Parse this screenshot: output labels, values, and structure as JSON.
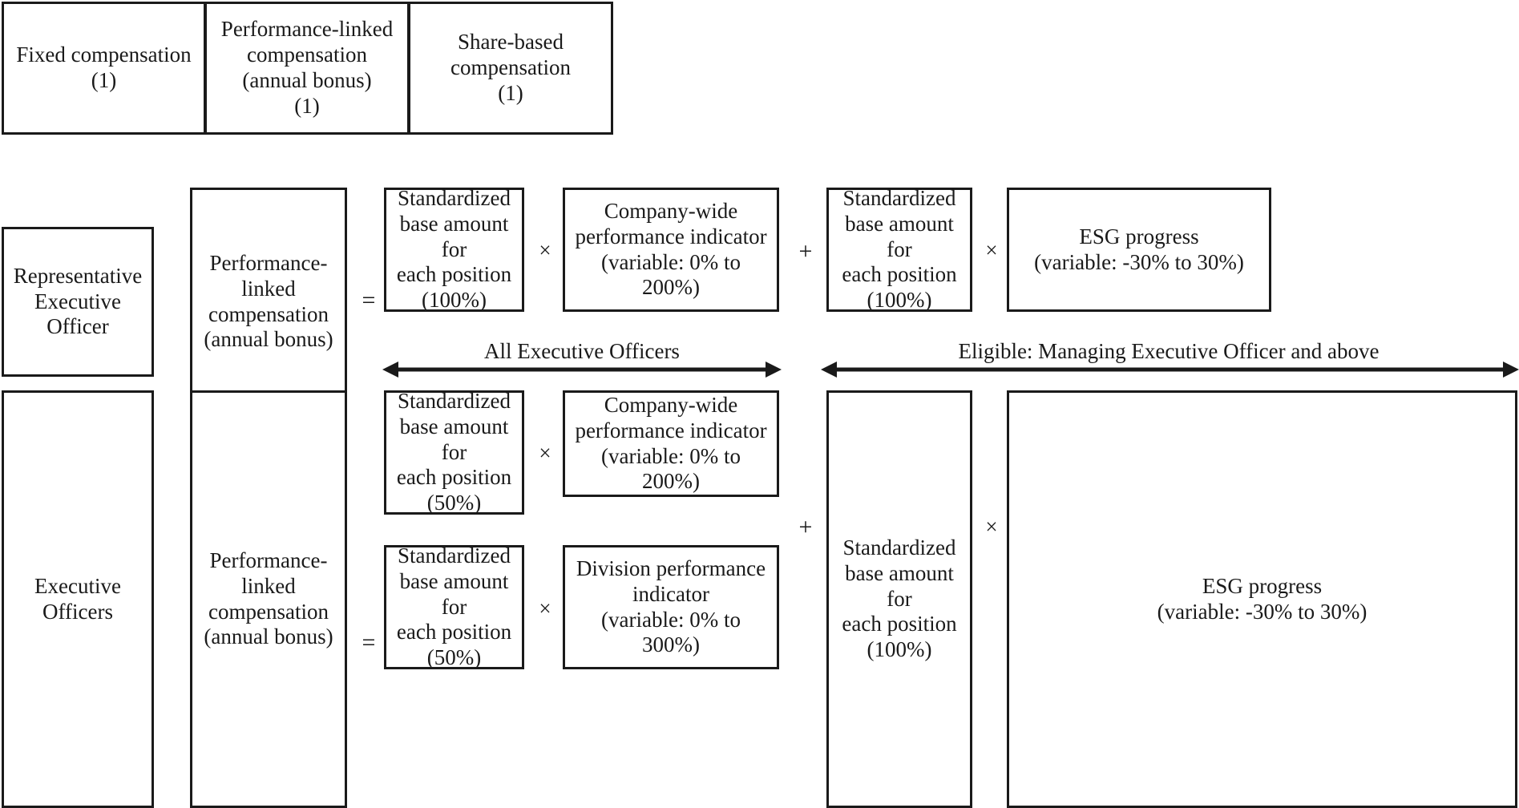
{
  "diagram": {
    "title": "Executive compensation structure",
    "row1": {
      "name": "compensation-components",
      "boxes": [
        {
          "id": "fixed-compensation",
          "text": "Fixed compensation\n(1)"
        },
        {
          "id": "performance-linked-compensation",
          "text": "Performance-linked\ncompensation\n(annual bonus)\n(1)"
        },
        {
          "id": "share-based-compensation",
          "text": "Share-based\ncompensation\n(1)"
        }
      ]
    },
    "row2": {
      "name": "representative-executive-officer-formula",
      "role": "Representative\nExecutive\nOfficer",
      "component": "Performance-\nlinked\ncompensation\n(annual bonus)",
      "equals": "=",
      "base_amount_1": "Standardized\nbase amount for\neach position\n(100%)",
      "times_1": "×",
      "company_indicator": "Company-wide\nperformance indicator\n(variable: 0% to 200%)",
      "plus": "+",
      "base_amount_2": "Standardized\nbase amount for\neach position\n(100%)",
      "times_2": "×",
      "esg": "ESG progress\n(variable: -30% to 30%)"
    },
    "arrows": {
      "left": {
        "label": "All Executive Officers",
        "direction": "both"
      },
      "right": {
        "label": "Eligible: Managing Executive Officer and above",
        "direction": "both"
      }
    },
    "row3": {
      "name": "executive-officers-formula",
      "role": "Executive\nOfficers",
      "component": "Performance-\nlinked\ncompensation\n(annual bonus)",
      "equals": "=",
      "base_amount_1": "Standardized\nbase amount for\neach position\n(50%)",
      "times_1": "×",
      "company_indicator": "Company-wide\nperformance indicator\n(variable: 0% to 200%)",
      "base_amount_2": "Standardized\nbase amount for\neach position\n(50%)",
      "times_2": "×",
      "division_indicator": "Division performance\nindicator\n(variable: 0% to 300%)",
      "plus": "+",
      "base_amount_3": "Standardized\nbase amount for\neach position\n(100%)",
      "times_3": "×",
      "esg": "ESG progress\n(variable: -30% to 30%)"
    },
    "colors": {
      "ink": "#1a1a1a",
      "background": "#ffffff"
    }
  }
}
